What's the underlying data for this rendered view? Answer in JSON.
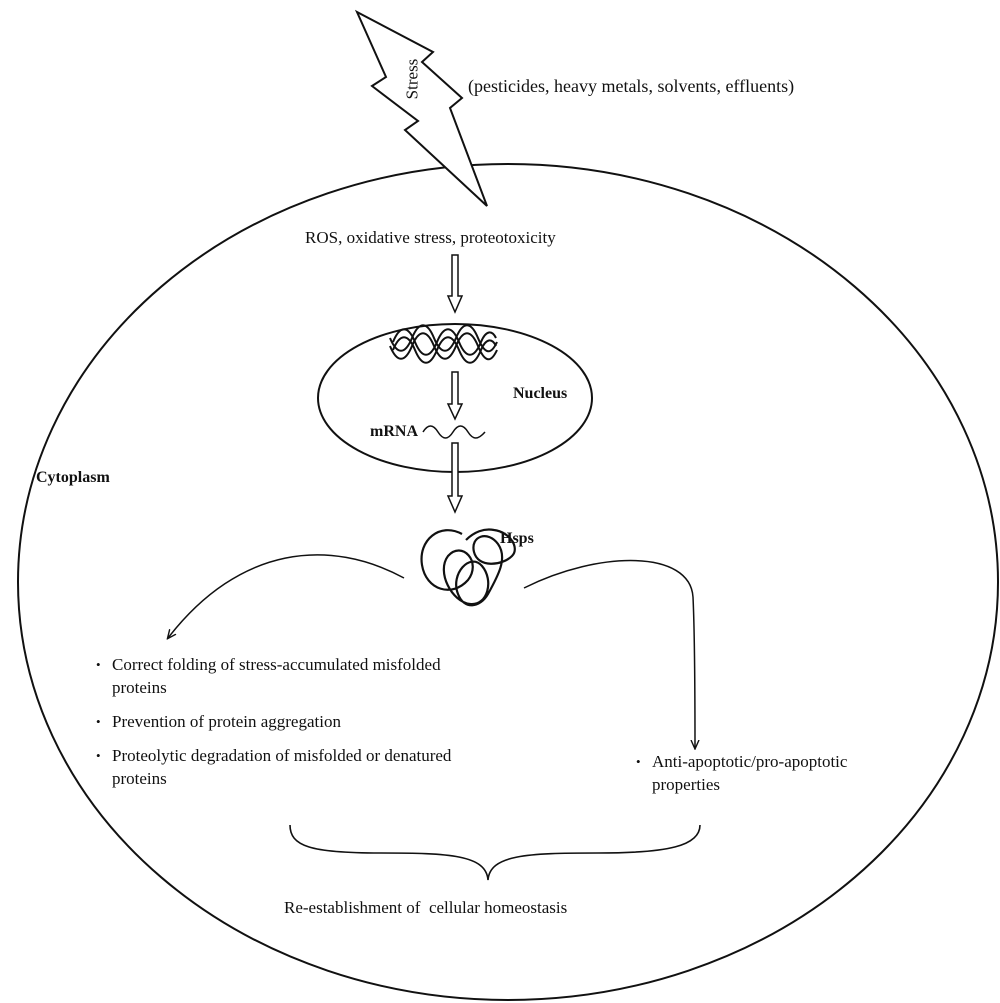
{
  "stress": {
    "label": "Stress",
    "sources": "(pesticides, heavy metals, solvents, effluents)"
  },
  "ros_label": "ROS, oxidative stress, proteotoxicity",
  "nucleus": {
    "label": "Nucleus",
    "mrna_label": "mRNA"
  },
  "cytoplasm_label": "Cytoplasm",
  "hsps_label": "Hsps",
  "left_functions": [
    "Correct folding of stress-accumulated misfolded proteins",
    "Prevention of protein aggregation",
    "Proteolytic degradation of misfolded or denatured proteins"
  ],
  "right_functions": [
    "Anti-apoptotic/pro-apoptotic properties"
  ],
  "outcome": "Re-establishment of  cellular homeostasis"
}
